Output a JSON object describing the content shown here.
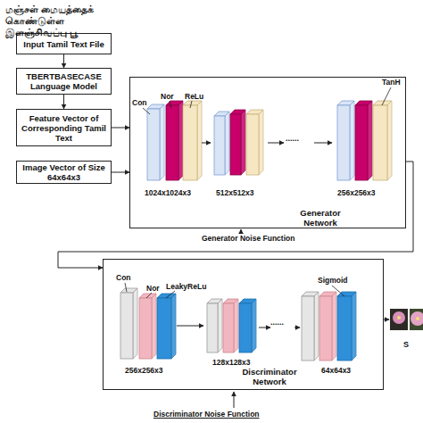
{
  "diagram": {
    "nodes": [
      {
        "text": [
          "Input Tamil Text File"
        ]
      },
      {
        "text": [
          "TBERTBASECASE Language Model"
        ]
      },
      {
        "text": [
          "Feature Vector of Corresponding Tamil Text"
        ]
      },
      {
        "text": [
          "Image Vector of Size 64x64x3"
        ]
      },
      {
        "text": [
          "Generator Network"
        ]
      },
      {
        "text": [
          "Discriminator Network"
        ]
      }
    ],
    "edges": [
      {
        "from": 0,
        "to": 1,
        "arrow": "to"
      },
      {
        "from": 1,
        "to": 2,
        "arrow": "to"
      },
      {
        "from": 2,
        "to": 4,
        "arrow": "to"
      },
      {
        "from": 3,
        "to": 4,
        "arrow": "to"
      },
      {
        "from": 4,
        "to": 5,
        "arrow": "to"
      }
    ],
    "labels": [
      "மஞ்சள் மையத்தைக் கொண்டுள்ள இளஞ்சிவப்பு பூ",
      "Con",
      "Nor",
      "ReLu",
      "1024x1024x3",
      "512x512x3",
      "......",
      "TanH",
      "256x256x3",
      "Generator Noise Function",
      "Con",
      "Nor",
      "LeakyReLu",
      "256x256x3",
      "128x128x3",
      "......",
      "Sigmoid",
      "64x64x3",
      "Discriminator Noise Function",
      "S"
    ]
  }
}
